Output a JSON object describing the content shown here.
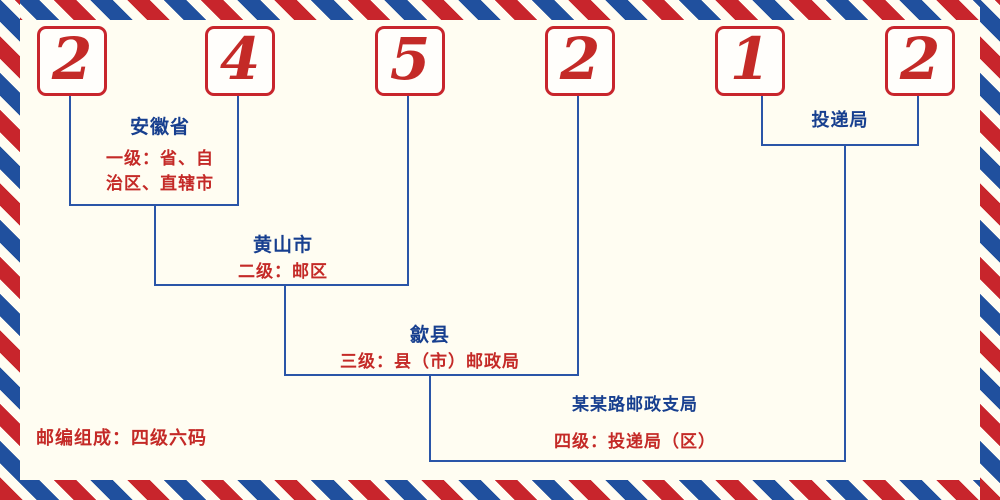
{
  "postal_code": {
    "digits": [
      "2",
      "4",
      "5",
      "2",
      "1",
      "2"
    ]
  },
  "level1": {
    "name": "安徽省",
    "desc_line1": "一级：省、自",
    "desc_line2": "治区、直辖市"
  },
  "level2": {
    "name": "黄山市",
    "desc": "二级：邮区"
  },
  "level3": {
    "name": "歙县",
    "desc": "三级：县（市）邮政局"
  },
  "level4": {
    "name": "某某路邮政支局",
    "desc": "四级：投递局（区）"
  },
  "delivery": {
    "name": "投递局"
  },
  "footer": {
    "text": "邮编组成：四级六码"
  },
  "colors": {
    "accent_red": "#c8252c",
    "line_blue": "#2a55a8",
    "text_navy": "#173f8f",
    "background": "#fffdf2"
  }
}
